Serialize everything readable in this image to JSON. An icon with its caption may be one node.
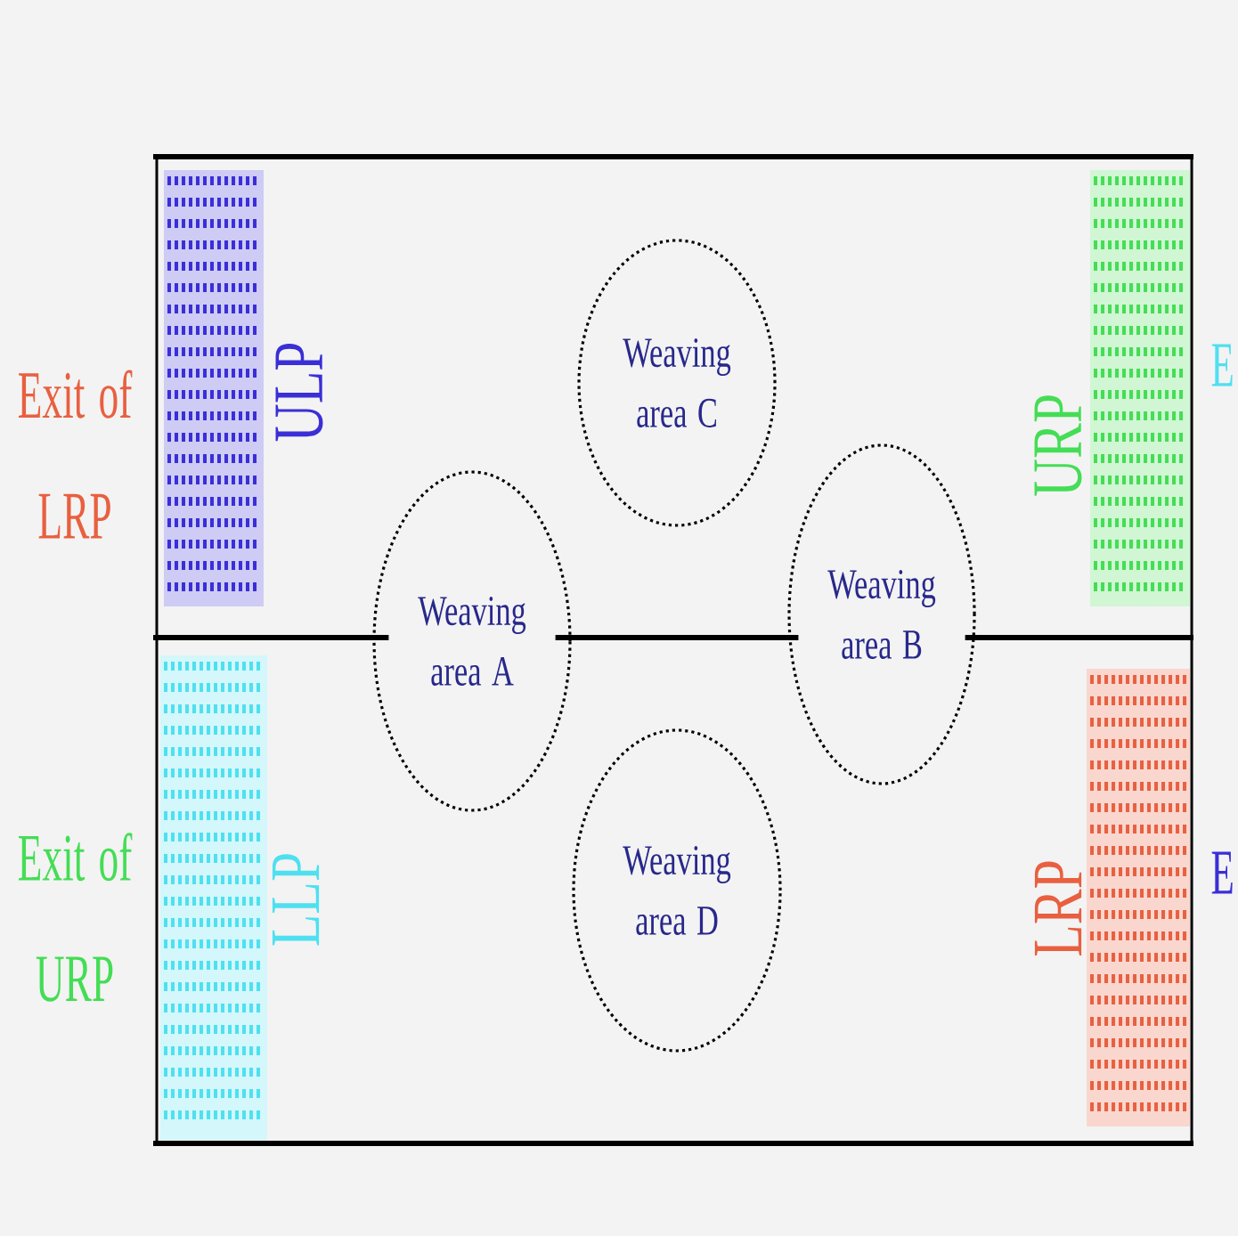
{
  "diagram": {
    "nodes": [
      {
        "text": [],
        "shape": "box",
        "beside": [
          "ULP"
        ]
      },
      {
        "text": [],
        "shape": "box",
        "beside": [
          "LLP"
        ]
      },
      {
        "text": [],
        "shape": "box",
        "beside": [
          "URP"
        ]
      },
      {
        "text": [],
        "shape": "box",
        "beside": [
          "LRP"
        ]
      },
      {
        "text": [
          "Weaving area C"
        ]
      },
      {
        "text": [
          "Weaving area A"
        ]
      },
      {
        "text": [
          "Weaving area B"
        ]
      },
      {
        "text": [
          "Weaving area D"
        ]
      }
    ],
    "labels": [
      "Exit of LRP",
      "Exit of URP",
      "E",
      "E"
    ]
  }
}
